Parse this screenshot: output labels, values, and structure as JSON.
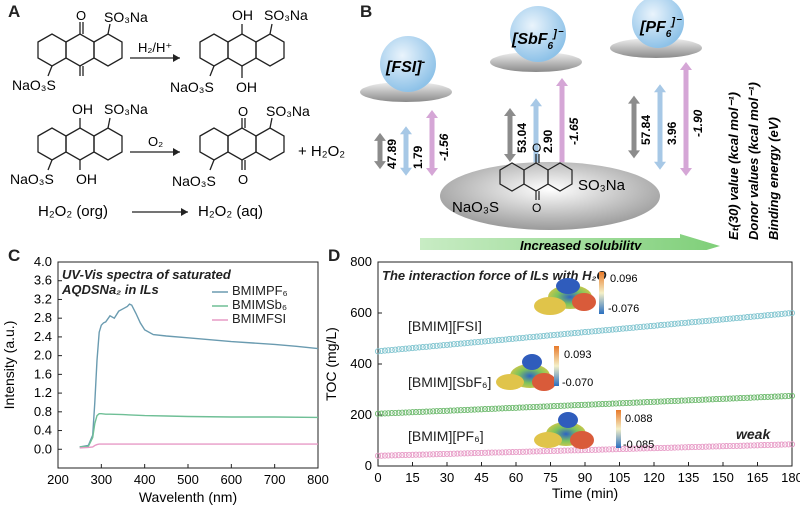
{
  "panelA": {
    "label": "A",
    "r1_top": "O",
    "r1_so3na": "SO₃Na",
    "r1_naso3s": "NaO₃S",
    "r1_cond": "H₂/H⁺",
    "p1_oh_top": "OH",
    "p1_so3na": "SO₃Na",
    "p1_naso3s": "NaO₃S",
    "p1_oh_bot": "OH",
    "r2_oh_top": "OH",
    "r2_so3na": "SO₃Na",
    "r2_naso3s": "NaO₃S",
    "r2_oh_bot": "OH",
    "r2_cond": "O₂",
    "p2_top": "O",
    "p2_so3na": "SO₃Na",
    "p2_naso3s": "NaO₃S",
    "p2_bot": "O",
    "plus_h2o2": "+ H₂O₂",
    "h2o2_org": "H₂O₂ (org)",
    "h2o2_aq": "H₂O₂ (aq)"
  },
  "panelB": {
    "label": "B",
    "anions": [
      {
        "name": "[FSI]",
        "charge": "-",
        "et30": "47.89",
        "donor": "1.79",
        "binding": "-1.56"
      },
      {
        "name": "[SbF",
        "sub": "6",
        "charge": "]⁻",
        "et30": "53.04",
        "donor": "2.90",
        "binding": "-1.65"
      },
      {
        "name": "[PF",
        "sub": "6",
        "charge": "]⁻",
        "et30": "57.84",
        "donor": "3.96",
        "binding": "-1.90"
      }
    ],
    "mol_so3na": "SO₃Na",
    "mol_naso3s": "NaO₃S",
    "mol_O": "O",
    "arrow_label": "Increased solubility",
    "axis_labels": [
      "Eₜ(30) value (kcal mol⁻¹)",
      "Donor values (kcal mol⁻¹)",
      "Binding energy (eV)"
    ],
    "colors": {
      "et30": "#8c8c8c",
      "donor": "#a7c8e6",
      "binding": "#d5a6d6",
      "arrow": "#8fd18a"
    }
  },
  "panelC": {
    "label": "C",
    "title_line1": "UV-Vis spectra of saturated",
    "title_line2": "AQDSNa₂ in ILs",
    "legend": [
      "BMIMPF₆",
      "BMIMSb₆",
      "BMIMFSI"
    ]
  },
  "panelD": {
    "label": "D",
    "title": "The interaction force of ILs with H₂O",
    "series_labels": [
      "[BMIM][FSI]",
      "[BMIM][SbF₆]",
      "[BMIM][PF₆]"
    ],
    "scale_max": [
      "0.096",
      "0.093",
      "0.088"
    ],
    "scale_min": [
      "-0.076",
      "-0.070",
      "-0.085"
    ],
    "weak_label": "weak"
  },
  "chart_data": [
    {
      "type": "line",
      "title": "UV-Vis spectra of saturated AQDSNa₂ in ILs",
      "xlabel": "Wavelenth (nm)",
      "ylabel": "Intensity (a.u.)",
      "xlim": [
        200,
        800
      ],
      "ylim": [
        -0.4,
        4.0
      ],
      "xticks": [
        "200",
        "300",
        "400",
        "500",
        "600",
        "700",
        "800"
      ],
      "yticks": [
        "0.0",
        "0.4",
        "0.8",
        "1.2",
        "1.6",
        "2.0",
        "2.4",
        "2.8",
        "3.2",
        "3.6",
        "4.0"
      ],
      "series": [
        {
          "name": "BMIMPF₆",
          "color": "#6a9bb0",
          "x": [
            250,
            270,
            280,
            285,
            290,
            295,
            300,
            305,
            310,
            320,
            330,
            340,
            350,
            360,
            365,
            370,
            380,
            390,
            400,
            420,
            450,
            500,
            550,
            600,
            650,
            700,
            750,
            800
          ],
          "values": [
            0.05,
            0.08,
            0.3,
            1.0,
            1.9,
            2.5,
            2.65,
            2.7,
            2.72,
            2.85,
            2.8,
            2.95,
            3.0,
            3.05,
            3.1,
            3.08,
            2.9,
            2.7,
            2.55,
            2.45,
            2.42,
            2.38,
            2.34,
            2.3,
            2.27,
            2.24,
            2.2,
            2.15
          ]
        },
        {
          "name": "BMIMSb₆",
          "color": "#6fbf96",
          "x": [
            250,
            270,
            280,
            285,
            290,
            295,
            300,
            310,
            320,
            350,
            400,
            450,
            500,
            600,
            700,
            800
          ],
          "values": [
            0.05,
            0.06,
            0.25,
            0.55,
            0.72,
            0.76,
            0.76,
            0.75,
            0.75,
            0.74,
            0.72,
            0.71,
            0.7,
            0.69,
            0.69,
            0.68
          ]
        },
        {
          "name": "BMIMFSI",
          "color": "#e79ac6",
          "x": [
            250,
            270,
            280,
            285,
            290,
            295,
            300,
            320,
            350,
            400,
            500,
            600,
            700,
            800
          ],
          "values": [
            0.03,
            0.04,
            0.05,
            0.08,
            0.1,
            0.11,
            0.11,
            0.11,
            0.11,
            0.11,
            0.11,
            0.11,
            0.11,
            0.11
          ]
        }
      ]
    },
    {
      "type": "scatter",
      "xlabel": "Time (min)",
      "ylabel": "TOC (mg/L)",
      "xlim": [
        0,
        180
      ],
      "ylim": [
        0,
        800
      ],
      "xticks": [
        "0",
        "15",
        "30",
        "45",
        "60",
        "75",
        "90",
        "105",
        "120",
        "135",
        "150",
        "165",
        "180"
      ],
      "yticks": [
        "0",
        "200",
        "400",
        "600",
        "800"
      ],
      "series": [
        {
          "name": "[BMIM][FSI]",
          "color": "#7fc4cf",
          "x0": 0,
          "x1": 180,
          "y0": 450,
          "y1": 600
        },
        {
          "name": "[BMIM][SbF₆]",
          "color": "#6ab86a",
          "x0": 0,
          "x1": 180,
          "y0": 205,
          "y1": 275
        },
        {
          "name": "[BMIM][PF₆]",
          "color": "#e79ac6",
          "x0": 0,
          "x1": 180,
          "y0": 40,
          "y1": 85
        }
      ]
    }
  ]
}
